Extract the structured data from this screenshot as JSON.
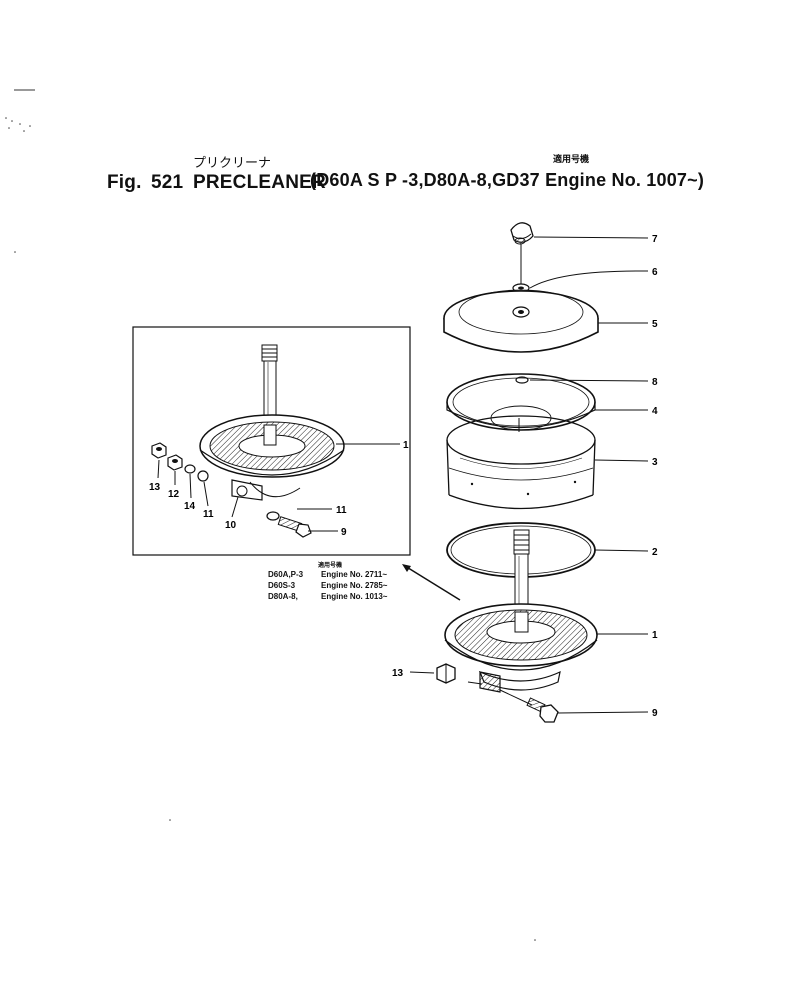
{
  "header": {
    "kana_title": "プリクリーナ",
    "applicable_label": "適用号機",
    "fig_label": "Fig.",
    "fig_number": "521",
    "name": "PRECLEANER",
    "models": "(D60A S P -3,D80A-8,GD37 Engine No. 1007~)"
  },
  "inset_note": {
    "applicable_label": "適用号機",
    "rows": [
      {
        "model": "D60A,P-3",
        "engine": "Engine No. 2711~"
      },
      {
        "model": "D60S-3",
        "engine": "Engine No. 2785~"
      },
      {
        "model": "D80A-8,",
        "engine": "Engine No. 1013~"
      }
    ]
  },
  "callouts_main": [
    "7",
    "6",
    "5",
    "8",
    "4",
    "3",
    "2",
    "1",
    "13",
    "9"
  ],
  "callouts_inset": [
    "1",
    "11",
    "9",
    "13",
    "12",
    "14",
    "11",
    "10"
  ]
}
